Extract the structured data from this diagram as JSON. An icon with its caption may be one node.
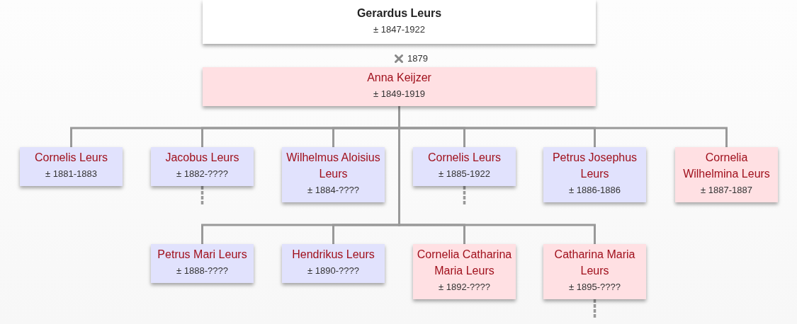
{
  "diagram": {
    "nodes": [
      {
        "text": [
          "Gerardus Leurs",
          "± 1847-1922"
        ]
      },
      {
        "text": [
          "Anna Keijzer",
          "± 1849-1919"
        ]
      },
      {
        "text": [
          "Cornelis Leurs",
          "± 1881-1883"
        ]
      },
      {
        "text": [
          "Jacobus Leurs",
          "± 1882-????"
        ]
      },
      {
        "text": [
          "Wilhelmus Aloisius Leurs",
          "± 1884-????"
        ]
      },
      {
        "text": [
          "Cornelis Leurs",
          "± 1885-1922"
        ]
      },
      {
        "text": [
          "Petrus Josephus Leurs",
          "± 1886-1886"
        ]
      },
      {
        "text": [
          "Cornelia Wilhelmina Leurs",
          "± 1887-1887"
        ]
      },
      {
        "text": [
          "Petrus Mari Leurs",
          "± 1888-????"
        ]
      },
      {
        "text": [
          "Hendrikus Leurs",
          "± 1890-????"
        ]
      },
      {
        "text": [
          "Cornelia Catharina Maria Leurs",
          "± 1892-????"
        ]
      },
      {
        "text": [
          "Catharina Maria Leurs",
          "± 1895-????"
        ]
      }
    ],
    "edges": [
      {
        "from": 1,
        "to": 2,
        "arrow": "none"
      },
      {
        "from": 1,
        "to": 3,
        "arrow": "none"
      },
      {
        "from": 1,
        "to": 4,
        "arrow": "none"
      },
      {
        "from": 1,
        "to": 5,
        "arrow": "none"
      },
      {
        "from": 1,
        "to": 6,
        "arrow": "none"
      },
      {
        "from": 1,
        "to": 7,
        "arrow": "none"
      },
      {
        "from": 1,
        "to": 8,
        "arrow": "none"
      },
      {
        "from": 1,
        "to": 9,
        "arrow": "none"
      },
      {
        "from": 1,
        "to": 10,
        "arrow": "none"
      },
      {
        "from": 1,
        "to": 11,
        "arrow": "none"
      },
      {
        "from": 3,
        "to": null,
        "arrow": "none",
        "style": "dashed"
      },
      {
        "from": 5,
        "to": null,
        "arrow": "none",
        "style": "dashed"
      },
      {
        "from": 11,
        "to": null,
        "arrow": "none",
        "style": "dashed"
      }
    ],
    "labels": [
      "1879"
    ]
  }
}
